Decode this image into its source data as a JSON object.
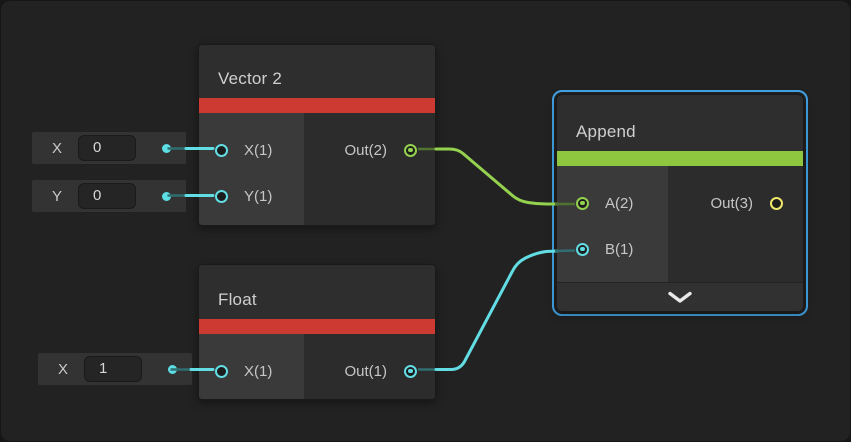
{
  "graph": {
    "background_color": "#222222",
    "selection_color": "#43a7e9",
    "wire_colors": {
      "vector2_edge": "#94d14e",
      "float_edge": "#62dde4"
    },
    "port_colors": {
      "float": "#62dde4",
      "vector2": "#94d14e",
      "vector3": "#efe86a"
    },
    "nodes": [
      {
        "title": "Vector 2",
        "accent_color": "#cc3a31",
        "inputs": [
          {
            "label": "X(1)"
          },
          {
            "label": "Y(1)"
          }
        ],
        "outputs": [
          {
            "label": "Out(2)"
          }
        ]
      },
      {
        "title": "Float",
        "accent_color": "#cc3a31",
        "inputs": [
          {
            "label": "X(1)"
          }
        ],
        "outputs": [
          {
            "label": "Out(1)"
          }
        ]
      },
      {
        "title": "Append",
        "accent_color": "#8ec63f",
        "selected": true,
        "inputs": [
          {
            "label": "A(2)"
          },
          {
            "label": "B(1)"
          }
        ],
        "outputs": [
          {
            "label": "Out(3)"
          }
        ]
      }
    ],
    "widgets": [
      {
        "label": "X",
        "value": "0"
      },
      {
        "label": "Y",
        "value": "0"
      },
      {
        "label": "X",
        "value": "1"
      }
    ]
  }
}
